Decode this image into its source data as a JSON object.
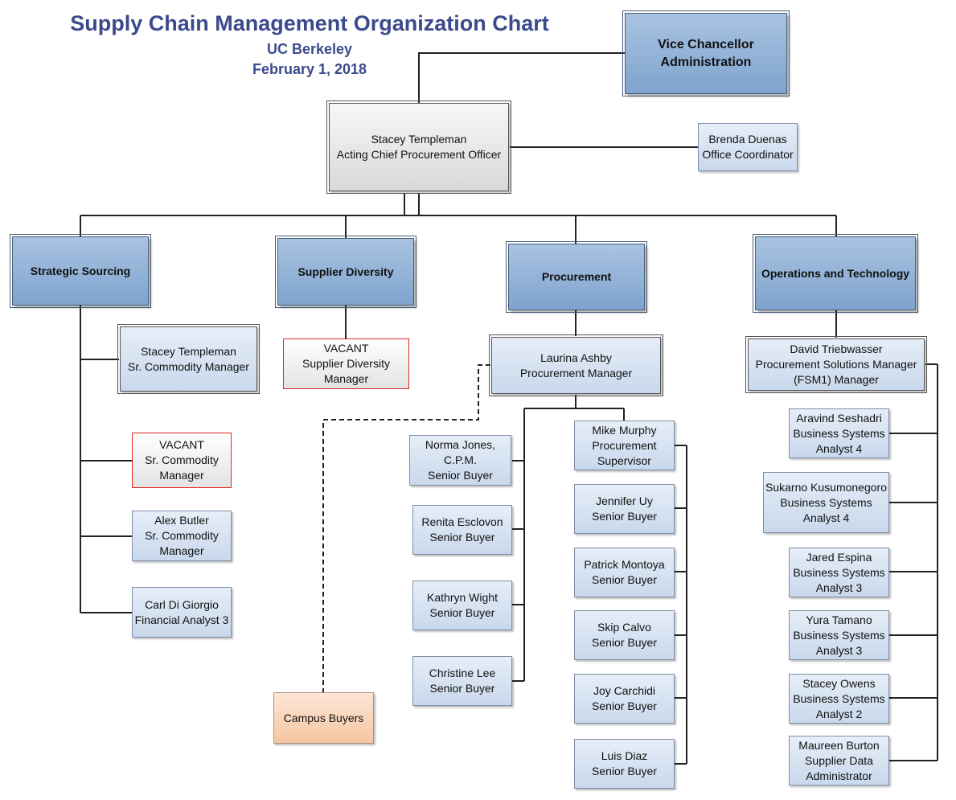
{
  "header": {
    "title": "Supply Chain Management Organization Chart",
    "org": "UC Berkeley",
    "date": "February 1, 2018"
  },
  "nodes": {
    "vice_chancellor": [
      "Vice Chancellor",
      "Administration"
    ],
    "cpo": [
      "Stacey Templeman",
      "Acting Chief Procurement Officer"
    ],
    "office_coordinator": [
      "Brenda Duenas",
      "Office Coordinator"
    ],
    "dept_strategic": [
      "Strategic Sourcing"
    ],
    "dept_diversity": [
      "Supplier Diversity"
    ],
    "dept_procurement": [
      "Procurement"
    ],
    "dept_ops": [
      "Operations and Technology"
    ],
    "ss_templeman": [
      "Stacey Templeman",
      "Sr. Commodity Manager"
    ],
    "ss_vacant": [
      "VACANT",
      "Sr. Commodity",
      "Manager"
    ],
    "ss_butler": [
      "Alex Butler",
      "Sr. Commodity",
      "Manager"
    ],
    "ss_digiorgio": [
      "Carl Di Giorgio",
      "Financial Analyst 3"
    ],
    "sd_vacant": [
      "VACANT",
      "Supplier Diversity",
      "Manager"
    ],
    "pr_ashby": [
      "Laurina Ashby",
      "Procurement Manager"
    ],
    "pr_jones": [
      "Norma Jones,",
      "C.P.M.",
      "Senior Buyer"
    ],
    "pr_esclovon": [
      "Renita Esclovon",
      "Senior Buyer"
    ],
    "pr_wight": [
      "Kathryn Wight",
      "Senior Buyer"
    ],
    "pr_lee": [
      "Christine Lee",
      "Senior Buyer"
    ],
    "pr_murphy": [
      "Mike Murphy",
      "Procurement",
      "Supervisor"
    ],
    "pr_uy": [
      "Jennifer Uy",
      "Senior Buyer"
    ],
    "pr_montoya": [
      "Patrick Montoya",
      "Senior Buyer"
    ],
    "pr_calvo": [
      "Skip Calvo",
      "Senior Buyer"
    ],
    "pr_carchidi": [
      "Joy Carchidi",
      "Senior Buyer"
    ],
    "pr_diaz": [
      "Luis Diaz",
      "Senior Buyer"
    ],
    "campus_buyers": [
      "Campus Buyers"
    ],
    "ot_triebwasser": [
      "David Triebwasser",
      "Procurement Solutions Manager",
      "(FSM1) Manager"
    ],
    "ot_seshadri": [
      "Aravind Seshadri",
      "Business Systems",
      "Analyst 4"
    ],
    "ot_kusumonegoro": [
      "Sukarno Kusumonegoro",
      "Business Systems",
      "Analyst 4"
    ],
    "ot_espina": [
      "Jared Espina",
      "Business Systems",
      "Analyst 3"
    ],
    "ot_tamano": [
      "Yura Tamano",
      "Business Systems",
      "Analyst 3"
    ],
    "ot_owens": [
      "Stacey Owens",
      "Business Systems",
      "Analyst 2"
    ],
    "ot_burton": [
      "Maureen Burton",
      "Supplier Data",
      "Administrator"
    ]
  }
}
